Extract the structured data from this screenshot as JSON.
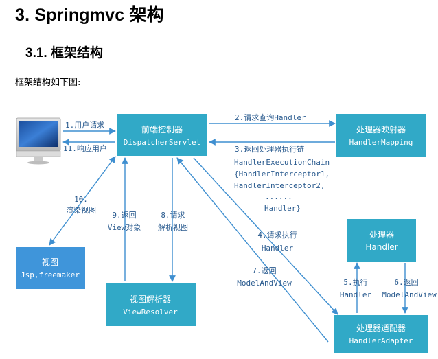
{
  "headings": {
    "h1": "3. Springmvc 架构",
    "h2": "3.1. 框架结构",
    "intro": "框架结构如下图:"
  },
  "diagram": {
    "nodes": {
      "dispatcher": {
        "title": "前端控制器",
        "subtitle": "DispatcherServlet"
      },
      "mapping": {
        "title": "处理器映射器",
        "subtitle": "HandlerMapping"
      },
      "handler": {
        "title": "处理器",
        "subtitle": "Handler"
      },
      "adapter": {
        "title": "处理器适配器",
        "subtitle": "HandlerAdapter"
      },
      "resolver": {
        "title": "视图解析器",
        "subtitle": "ViewResolver"
      },
      "view": {
        "title": "视图",
        "subtitle": "Jsp,freemaker"
      }
    },
    "labels": {
      "l1": "1.用户请求",
      "l11": "11.响应用户",
      "l2": "2.请求查询Handler",
      "l3": "3.返回处理器执行链",
      "l3b": "HandlerExecutionChain",
      "l3c": "{HandlerInterceptor1,",
      "l3d": "HandlerInterceptor2,",
      "l3e": "......",
      "l3f": "Handler}",
      "l4a": "4.请求执行",
      "l4b": "Handler",
      "l7a": "7.返回",
      "l7b": "ModelAndView",
      "l5a": "5.执行",
      "l5b": "Handler",
      "l6a": "6.返回",
      "l6b": "ModelAndView",
      "l8a": "8.请求",
      "l8b": "解析视图",
      "l9a": "9.返回",
      "l9b": "View对象",
      "l10a": "10.",
      "l10b": "渲染视图"
    },
    "colors": {
      "box": "#31a9c7",
      "view_box": "#3f95da",
      "arrow": "#3f8fd0",
      "label": "#2a5b8f"
    }
  }
}
